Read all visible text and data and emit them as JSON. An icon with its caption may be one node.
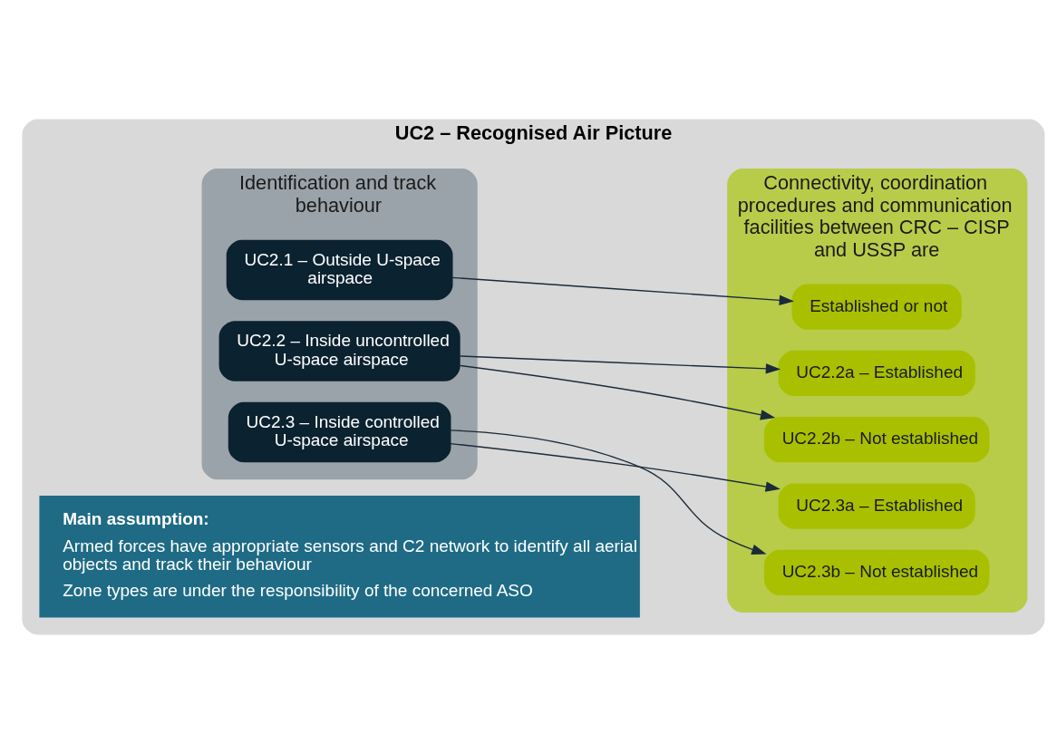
{
  "diagram": {
    "nodes": [
      {
        "text": [
          "UC2 – Recognised Air Picture"
        ]
      },
      {
        "text": [
          "Identification and track behaviour"
        ],
        "in": 0
      },
      {
        "text": [
          "UC2.1 – Outside U-space airspace"
        ],
        "in": 1
      },
      {
        "text": [
          "UC2.2 – Inside uncontrolled U-space airspace"
        ],
        "in": 1
      },
      {
        "text": [
          "UC2.3 – Inside controlled U-space airspace"
        ],
        "in": 1
      },
      {
        "text": [
          "Connectivity, coordination procedures and communication facilities between CRC – CISP and USSP are"
        ],
        "in": 0
      },
      {
        "text": [
          "Established or not"
        ],
        "in": 5
      },
      {
        "text": [
          "UC2.2a – Established"
        ],
        "in": 5
      },
      {
        "text": [
          "UC2.2b – Not established"
        ],
        "in": 5
      },
      {
        "text": [
          "UC2.3a – Established"
        ],
        "in": 5
      },
      {
        "text": [
          "UC2.3b – Not established"
        ],
        "in": 5
      },
      {
        "text": [
          "Main assumption:",
          "Armed forces have appropriate sensors and C2 network to identify all aerial objects and track their behaviour",
          "Zone types are under the responsibility of the concerned ASO"
        ],
        "in": 0
      }
    ],
    "edges": [
      {
        "from": 2,
        "to": 6,
        "arrow": "to"
      },
      {
        "from": 3,
        "to": 7,
        "arrow": "to"
      },
      {
        "from": 3,
        "to": 8,
        "arrow": "to"
      },
      {
        "from": 4,
        "to": 9,
        "arrow": "to"
      },
      {
        "from": 4,
        "to": 10,
        "arrow": "to"
      }
    ]
  }
}
